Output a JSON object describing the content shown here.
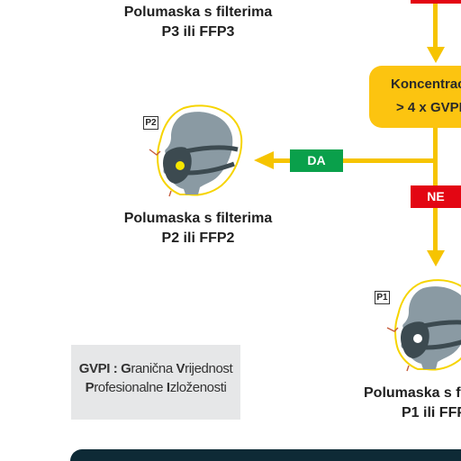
{
  "captions": {
    "p3_line1": "Polumaska s filterima",
    "p3_line2": "P3 ili FFP3",
    "p2_line1": "Polumaska s filterima",
    "p2_line2": "P2 ili FFP2",
    "p1_line1": "Polumaska s fil",
    "p1_line2": "P1 ili FFP"
  },
  "concentration": {
    "line1": "Koncentrac",
    "line2": "> 4 x GVPI"
  },
  "branches": {
    "yes_label": "DA",
    "no_label": "NE",
    "yes_color": "#0aa04b",
    "no_color": "#e30613"
  },
  "tags": {
    "p2": "P2",
    "p1": "P1"
  },
  "legend": {
    "abbr": "GVPI : ",
    "w1_initial": "G",
    "w1_rest": "ranična ",
    "w2_initial": "V",
    "w2_rest": "rijednost",
    "w3_initial": "P",
    "w3_rest": "rofesionalne ",
    "w4_initial": "I",
    "w4_rest": "zloženosti"
  },
  "colors": {
    "accent_yellow": "#f6c400",
    "box_yellow": "#fcc410",
    "head_gray": "#8a9aa3",
    "mask_dark": "#3c4a50",
    "footer": "#0e2a36"
  },
  "icons": [
    "respirator-head-p2-icon",
    "respirator-head-p1-icon",
    "arrow-down-icon",
    "arrow-left-icon"
  ]
}
